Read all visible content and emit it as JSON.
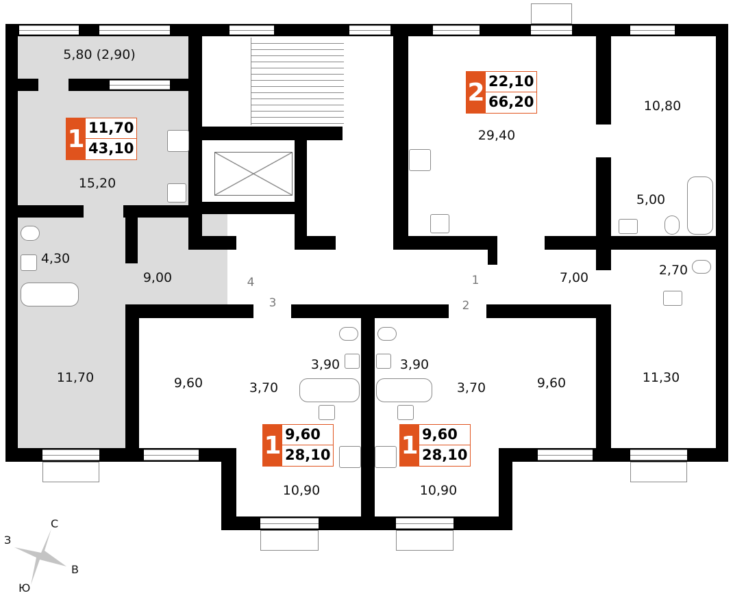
{
  "rooms": {
    "balcony_left": "5,80 (2,90)",
    "kitchen_left": "15,20",
    "bath_left": "4,30",
    "hall_left": "9,00",
    "room_left": "11,70",
    "kitchen_2": "29,40",
    "room_2": "10,80",
    "bath_2": "5,00",
    "hall_2": "7,00",
    "wc_2": "2,70",
    "room_c_left": "9,60",
    "hall_c_left": "3,70",
    "bath_c_left": "3,90",
    "bath_c_right": "3,90",
    "hall_c_right": "3,70",
    "room_c_right": "9,60",
    "room_right": "11,30",
    "kitchen_c_left": "10,90",
    "kitchen_c_right": "10,90"
  },
  "doors": [
    "4",
    "3",
    "1",
    "2"
  ],
  "badges": [
    {
      "rooms": "1",
      "living": "11,70",
      "total": "43,10"
    },
    {
      "rooms": "2",
      "living": "22,10",
      "total": "66,20"
    },
    {
      "rooms": "1",
      "living": "9,60",
      "total": "28,10"
    },
    {
      "rooms": "1",
      "living": "9,60",
      "total": "28,10"
    }
  ],
  "compass": {
    "north": "С",
    "west": "З",
    "east": "В",
    "south": "Ю"
  },
  "colors": {
    "accent": "#e0531d",
    "highlight": "#dcdcdc"
  }
}
